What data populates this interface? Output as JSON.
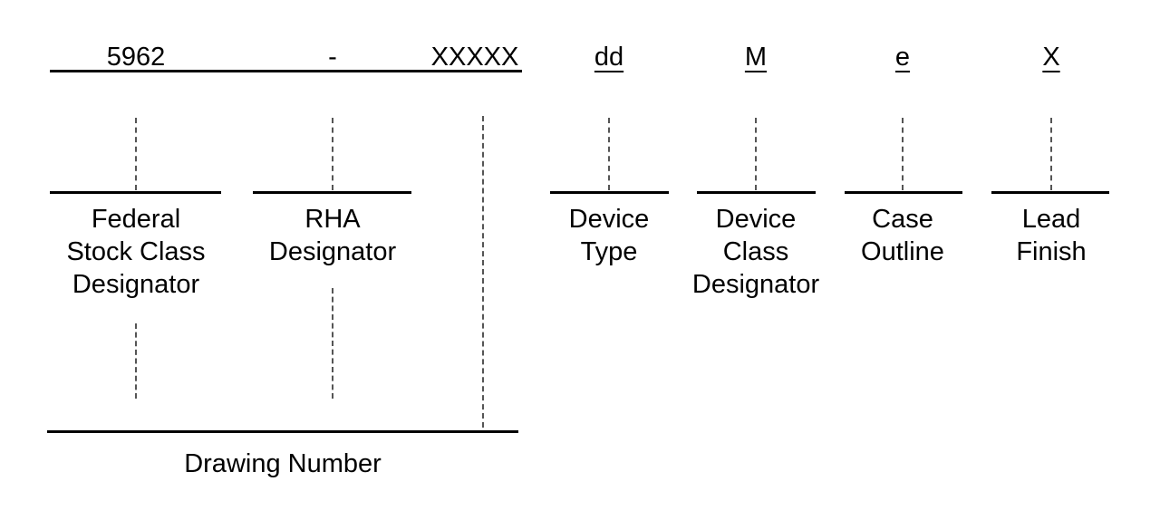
{
  "code": {
    "fsc": "5962",
    "dash": "-",
    "drawing": "XXXXX",
    "device_type": "dd",
    "device_class": "M",
    "case_outline": "e",
    "lead_finish": "X"
  },
  "labels": {
    "fsc": [
      "Federal",
      "Stock Class",
      "Designator"
    ],
    "rha": [
      "RHA",
      "Designator"
    ],
    "device_type": [
      "Device",
      "Type"
    ],
    "device_class": [
      "Device",
      "Class",
      "Designator"
    ],
    "case_outline": [
      "Case",
      "Outline"
    ],
    "lead_finish": [
      "Lead",
      "Finish"
    ],
    "drawing_number": "Drawing Number"
  }
}
